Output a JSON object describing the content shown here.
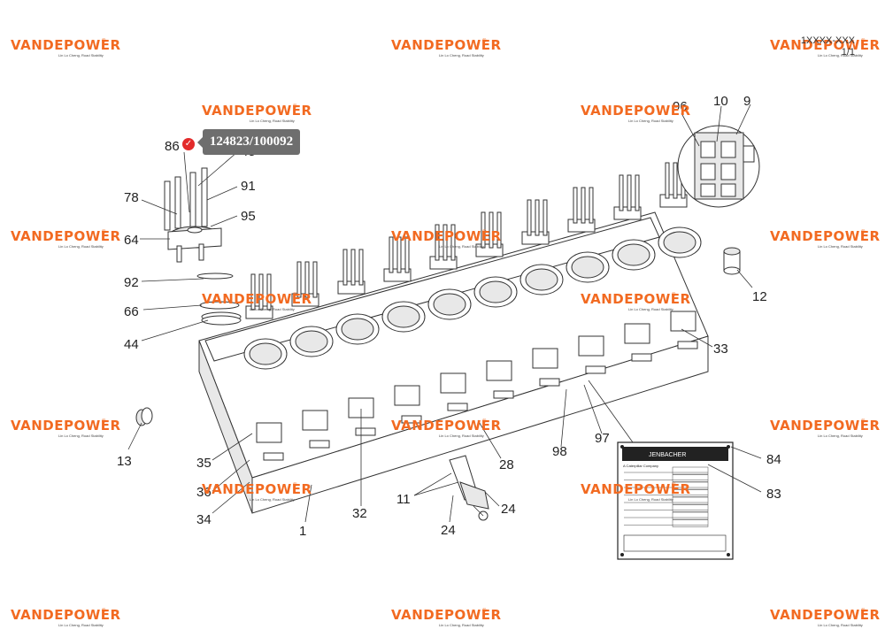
{
  "brand": {
    "name": "VANDEPOWER",
    "tagline": "Lin Lo Cheng, Road Stability"
  },
  "header": {
    "code": "1XXXX-XXX",
    "page": "1/1"
  },
  "tooltip": {
    "text": "124823/100092"
  },
  "callouts": {
    "c86": "86",
    "c45": "45",
    "c91": "91",
    "c95": "95",
    "c78": "78",
    "c64": "64",
    "c92": "92",
    "c66": "66",
    "c44": "44",
    "c13": "13",
    "c35": "35",
    "c36": "36",
    "c34": "34",
    "c1": "1",
    "c32": "32",
    "c28": "28",
    "c11": "11",
    "c24a": "24",
    "c24b": "24",
    "c98": "98",
    "c97": "97",
    "c84": "84",
    "c83": "83",
    "c33": "33",
    "c12": "12",
    "c96": "96",
    "c10": "10",
    "c9": "9"
  },
  "plate": {
    "maker": "JENBACHER",
    "sub": "A Caterpillar Company"
  }
}
